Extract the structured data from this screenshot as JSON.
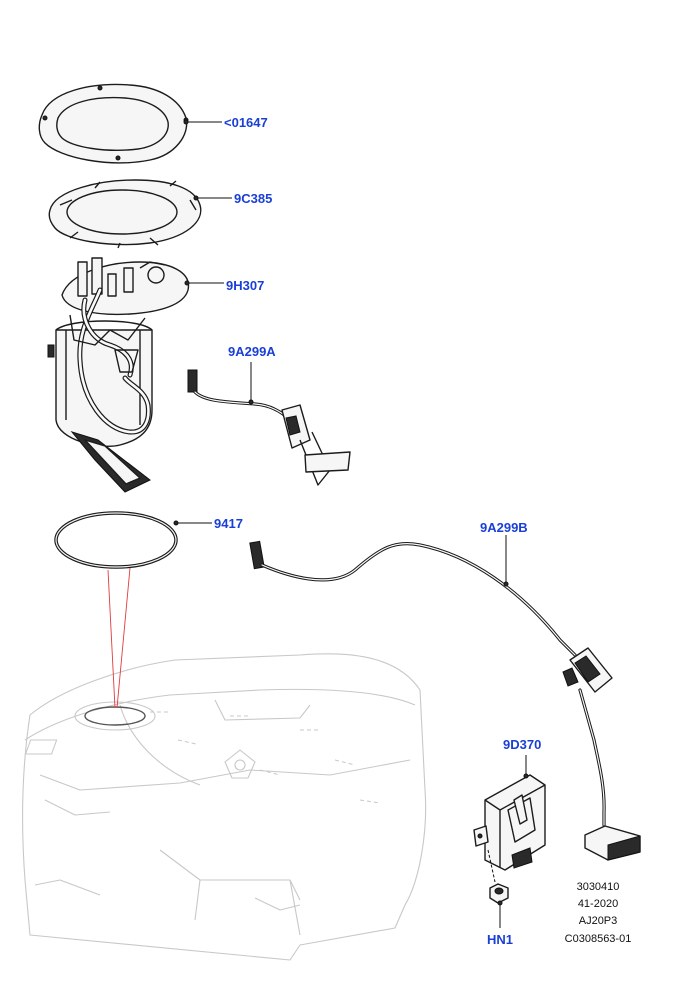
{
  "callouts": {
    "c1": "<01647",
    "c2": "9C385",
    "c3": "9H307",
    "c4": "9A299A",
    "c5": "9417",
    "c6": "9A299B",
    "c7": "9D370",
    "c8": "HN1"
  },
  "reference_block": {
    "line1": "3030410",
    "line2": "41-2020",
    "line3": "AJ20P3",
    "line4": "C0308563-01"
  },
  "colors": {
    "callout_text": "#1a3fd6",
    "alignment_line": "#e23b3b",
    "tank_outline": "#c8c8c8"
  }
}
